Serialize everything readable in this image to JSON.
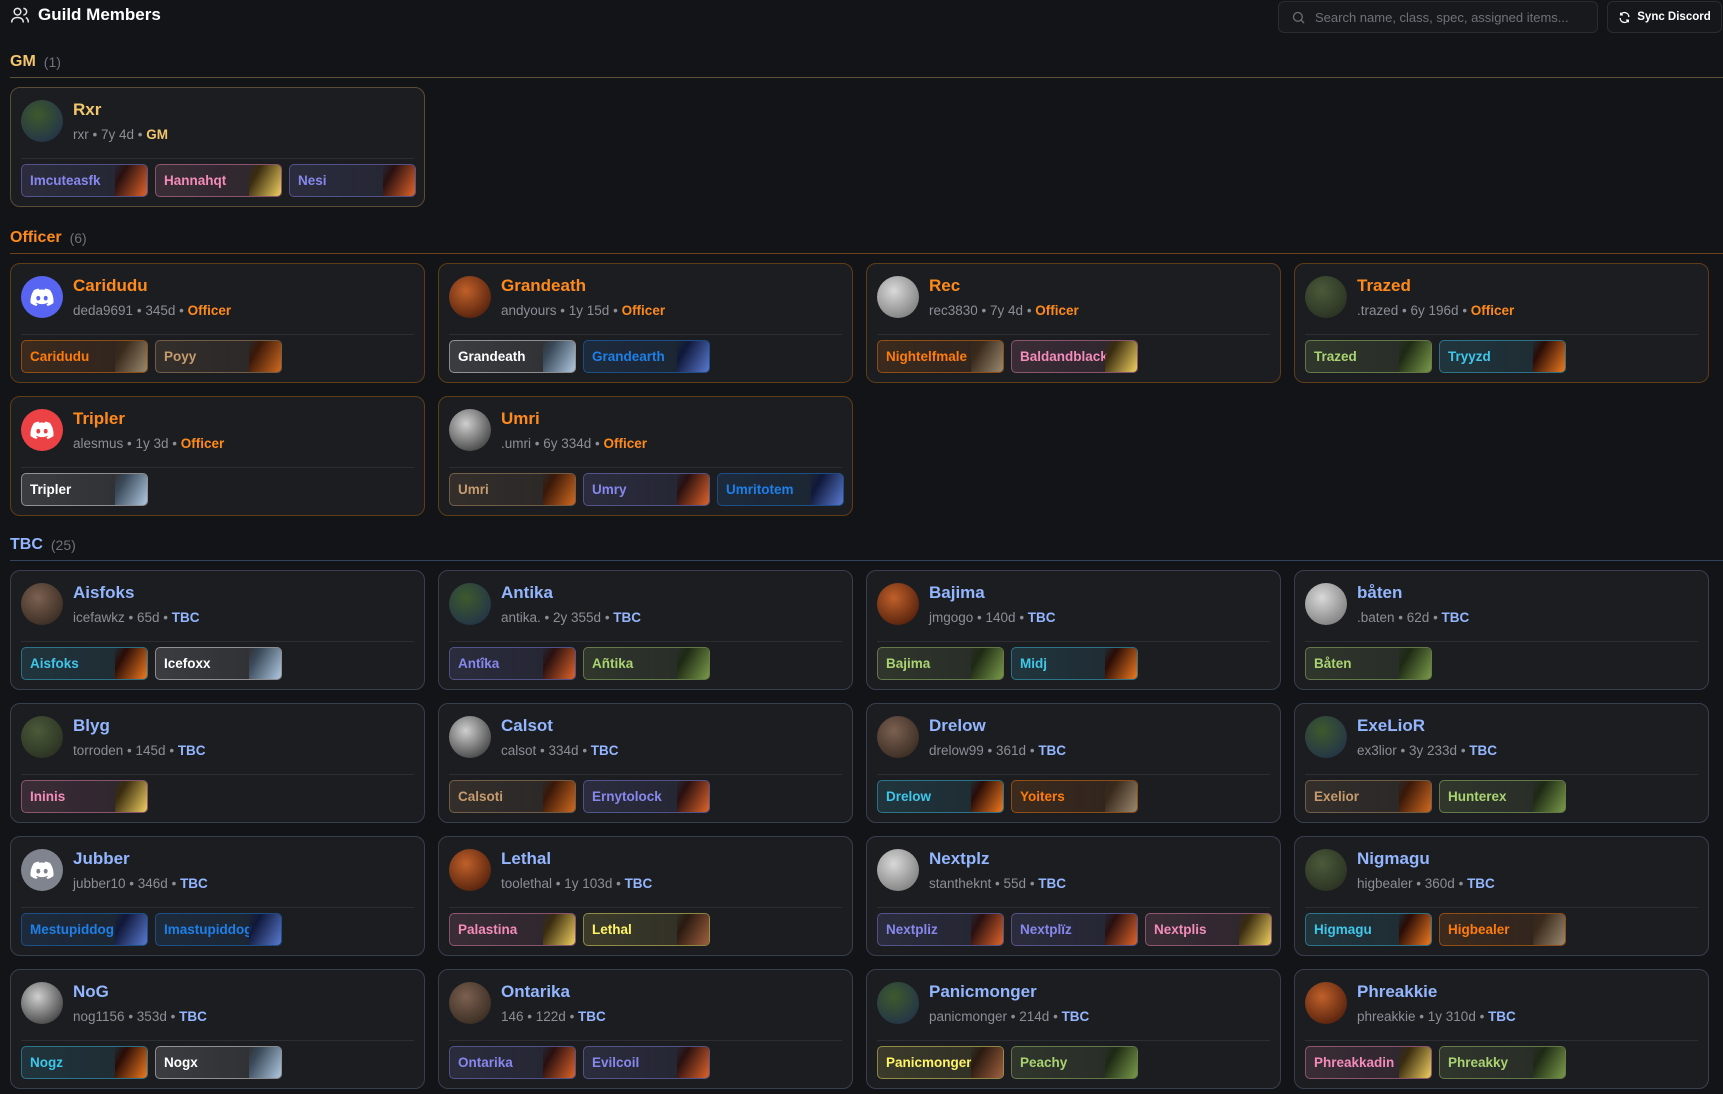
{
  "header": {
    "title": "Guild Members",
    "search_placeholder": "Search name, class, spec, assigned items...",
    "sync_label": "Sync Discord"
  },
  "colors": {
    "GM": "#f2c66d",
    "Officer": "#ff8a1c",
    "TBC": "#93b6ff",
    "druid": "#ff7c0a",
    "warlock": "#8788ee",
    "paladin": "#f48cba",
    "warrior": "#c69b6d",
    "priest": "#ffffff",
    "shaman": "#1f7fe8",
    "hunter": "#aad372",
    "mage": "#3fc7eb",
    "rogue": "#fff468"
  },
  "sections": [
    {
      "name": "GM",
      "count": "(1)",
      "members": [
        {
          "name": "Rxr",
          "user": "rxr",
          "tenure": "7y 4d",
          "rank": "GM",
          "avatar": "photo",
          "chars": [
            {
              "name": "Imcuteasfk",
              "cls": "warlock"
            },
            {
              "name": "Hannahqt",
              "cls": "paladin"
            },
            {
              "name": "Nesi",
              "cls": "warlock"
            }
          ]
        }
      ]
    },
    {
      "name": "Officer",
      "count": "(6)",
      "members": [
        {
          "name": "Caridudu",
          "user": "deda9691",
          "tenure": "345d",
          "rank": "Officer",
          "avatar": "discord-blurple",
          "chars": [
            {
              "name": "Caridudu",
              "cls": "druid"
            },
            {
              "name": "Poyy",
              "cls": "warrior"
            }
          ]
        },
        {
          "name": "Grandeath",
          "user": "andyours",
          "tenure": "1y 15d",
          "rank": "Officer",
          "avatar": "photo",
          "chars": [
            {
              "name": "Grandeath",
              "cls": "priest"
            },
            {
              "name": "Grandearth",
              "cls": "shaman"
            }
          ]
        },
        {
          "name": "Rec",
          "user": "rec3830",
          "tenure": "7y 4d",
          "rank": "Officer",
          "avatar": "photo",
          "chars": [
            {
              "name": "Nightelfmale",
              "cls": "druid"
            },
            {
              "name": "Baldandblack",
              "cls": "paladin"
            }
          ]
        },
        {
          "name": "Trazed",
          "user": ".trazed",
          "tenure": "6y 196d",
          "rank": "Officer",
          "avatar": "photo",
          "chars": [
            {
              "name": "Trazed",
              "cls": "hunter"
            },
            {
              "name": "Tryyzd",
              "cls": "mage"
            }
          ]
        },
        {
          "name": "Tripler",
          "user": "alesmus",
          "tenure": "1y 3d",
          "rank": "Officer",
          "avatar": "discord-red",
          "chars": [
            {
              "name": "Tripler",
              "cls": "priest"
            }
          ]
        },
        {
          "name": "Umri",
          "user": ".umri",
          "tenure": "6y 334d",
          "rank": "Officer",
          "avatar": "photo",
          "chars": [
            {
              "name": "Umri",
              "cls": "warrior"
            },
            {
              "name": "Umry",
              "cls": "warlock"
            },
            {
              "name": "Umritotem",
              "cls": "shaman"
            }
          ]
        }
      ]
    },
    {
      "name": "TBC",
      "count": "(25)",
      "members": [
        {
          "name": "Aisfoks",
          "user": "icefawkz",
          "tenure": "65d",
          "rank": "TBC",
          "avatar": "photo",
          "chars": [
            {
              "name": "Aisfoks",
              "cls": "mage"
            },
            {
              "name": "Icefoxx",
              "cls": "priest"
            }
          ]
        },
        {
          "name": "Antika",
          "user": "antika.",
          "tenure": "2y 355d",
          "rank": "TBC",
          "avatar": "photo",
          "chars": [
            {
              "name": "Antîka",
              "cls": "warlock"
            },
            {
              "name": "Añtika",
              "cls": "hunter"
            }
          ]
        },
        {
          "name": "Bajima",
          "user": "jmgogo",
          "tenure": "140d",
          "rank": "TBC",
          "avatar": "photo",
          "chars": [
            {
              "name": "Bajima",
              "cls": "hunter"
            },
            {
              "name": "Midj",
              "cls": "mage"
            }
          ]
        },
        {
          "name": "båten",
          "user": ".baten",
          "tenure": "62d",
          "rank": "TBC",
          "avatar": "photo",
          "chars": [
            {
              "name": "Båten",
              "cls": "hunter"
            }
          ]
        },
        {
          "name": "Blyg",
          "user": "torroden",
          "tenure": "145d",
          "rank": "TBC",
          "avatar": "photo",
          "chars": [
            {
              "name": "Ininis",
              "cls": "paladin"
            }
          ]
        },
        {
          "name": "Calsot",
          "user": "calsot",
          "tenure": "334d",
          "rank": "TBC",
          "avatar": "photo",
          "chars": [
            {
              "name": "Calsoti",
              "cls": "warrior"
            },
            {
              "name": "Ernytolock",
              "cls": "warlock"
            }
          ]
        },
        {
          "name": "Drelow",
          "user": "drelow99",
          "tenure": "361d",
          "rank": "TBC",
          "avatar": "photo",
          "chars": [
            {
              "name": "Drelow",
              "cls": "mage"
            },
            {
              "name": "Yoiters",
              "cls": "druid"
            }
          ]
        },
        {
          "name": "ExeLioR",
          "user": "ex3lior",
          "tenure": "3y 233d",
          "rank": "TBC",
          "avatar": "photo",
          "chars": [
            {
              "name": "Exelior",
              "cls": "warrior"
            },
            {
              "name": "Hunterex",
              "cls": "hunter"
            }
          ]
        },
        {
          "name": "Jubber",
          "user": "jubber10",
          "tenure": "346d",
          "rank": "TBC",
          "avatar": "discord-grey",
          "chars": [
            {
              "name": "Mestupiddog",
              "cls": "shaman"
            },
            {
              "name": "Imastupiddog",
              "cls": "shaman"
            }
          ]
        },
        {
          "name": "Lethal",
          "user": "toolethal",
          "tenure": "1y 103d",
          "rank": "TBC",
          "avatar": "photo",
          "chars": [
            {
              "name": "Palastina",
              "cls": "paladin"
            },
            {
              "name": "Lethal",
              "cls": "rogue"
            }
          ]
        },
        {
          "name": "Nextplz",
          "user": "stantheknt",
          "tenure": "55d",
          "rank": "TBC",
          "avatar": "photo",
          "chars": [
            {
              "name": "Nextpliz",
              "cls": "warlock"
            },
            {
              "name": "Nextplïz",
              "cls": "warlock"
            },
            {
              "name": "Nextplis",
              "cls": "paladin"
            }
          ]
        },
        {
          "name": "Nigmagu",
          "user": "higbealer",
          "tenure": "360d",
          "rank": "TBC",
          "avatar": "photo",
          "chars": [
            {
              "name": "Higmagu",
              "cls": "mage"
            },
            {
              "name": "Higbealer",
              "cls": "druid"
            }
          ]
        },
        {
          "name": "NoG",
          "user": "nog1156",
          "tenure": "353d",
          "rank": "TBC",
          "avatar": "photo",
          "chars": [
            {
              "name": "Nogz",
              "cls": "mage"
            },
            {
              "name": "Nogx",
              "cls": "priest"
            }
          ]
        },
        {
          "name": "Ontarika",
          "user": "146",
          "tenure": "122d",
          "rank": "TBC",
          "avatar": "photo",
          "chars": [
            {
              "name": "Ontarika",
              "cls": "warlock"
            },
            {
              "name": "Evilcoil",
              "cls": "warlock"
            }
          ]
        },
        {
          "name": "Panicmonger",
          "user": "panicmonger",
          "tenure": "214d",
          "rank": "TBC",
          "avatar": "photo",
          "chars": [
            {
              "name": "Panicmonger",
              "cls": "rogue"
            },
            {
              "name": "Peachy",
              "cls": "hunter"
            }
          ]
        },
        {
          "name": "Phreakkie",
          "user": "phreakkie",
          "tenure": "1y 310d",
          "rank": "TBC",
          "avatar": "photo",
          "chars": [
            {
              "name": "Phreakkadin",
              "cls": "paladin"
            },
            {
              "name": "Phreakky",
              "cls": "hunter"
            }
          ]
        }
      ]
    }
  ]
}
